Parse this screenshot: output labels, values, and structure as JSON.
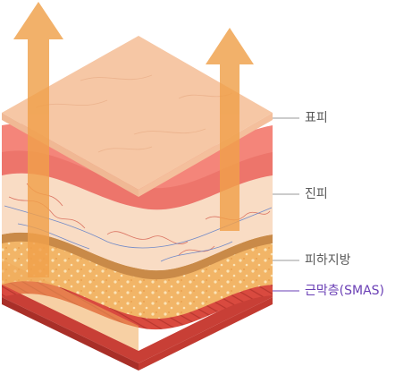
{
  "labels": {
    "epidermis": "표피",
    "dermis": "진피",
    "subcutaneous_fat": "피하지방",
    "smas": "근막층(SMAS)"
  },
  "colors": {
    "epidermis_top": "#f6c7a5",
    "dermis_pink": "#f4857a",
    "dermis_tissue": "#f9dcc4",
    "fat_orange": "#f2b567",
    "fat_band": "#c98a48",
    "muscle_red": "#d94a3f",
    "arrow_orange": "#f0a04a",
    "leader_gray": "#9a9a9a",
    "smas_purple": "#6a3fb5"
  },
  "icons": [
    "upward-arrow-left",
    "upward-arrow-right"
  ]
}
